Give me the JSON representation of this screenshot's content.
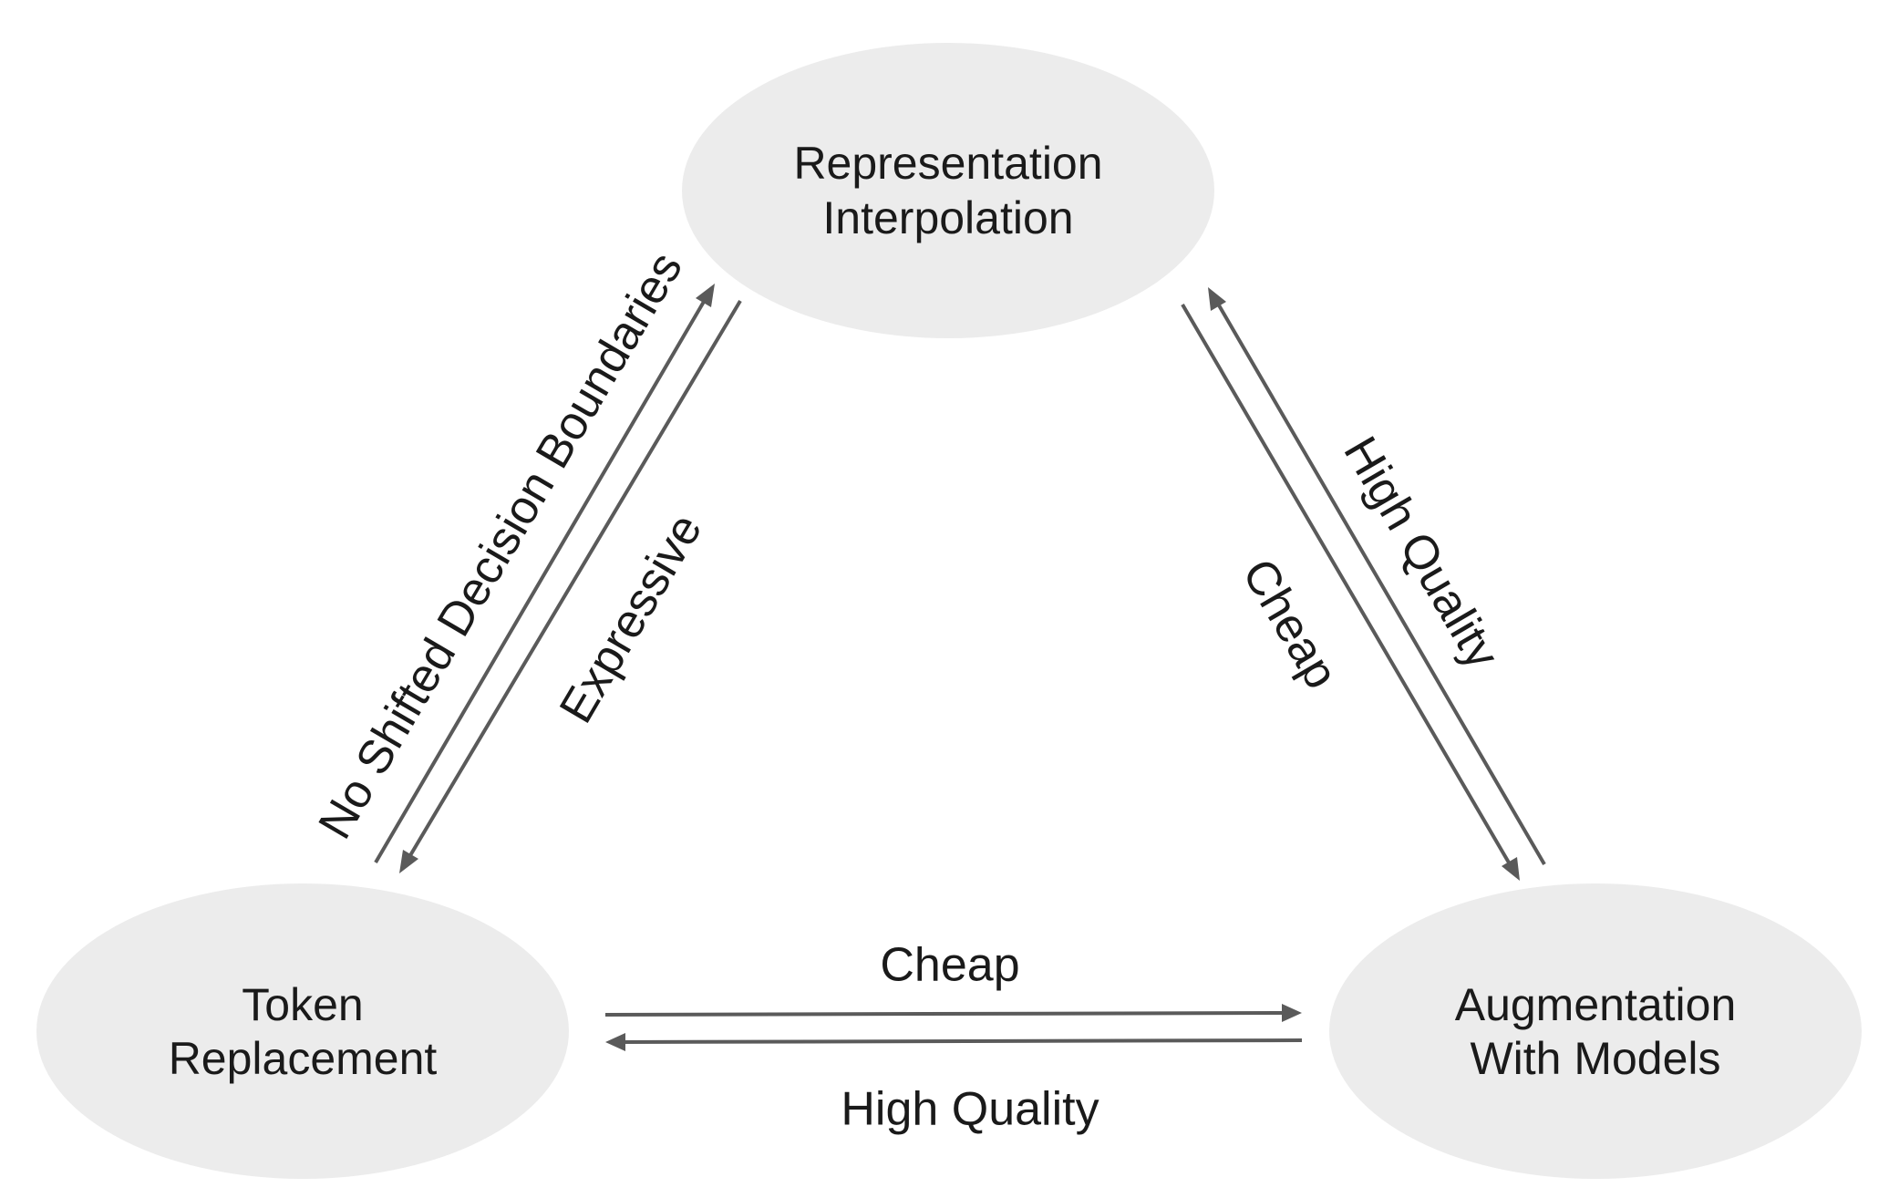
{
  "nodes": {
    "representation_interpolation": {
      "line1": "Representation",
      "line2": "Interpolation"
    },
    "token_replacement": {
      "line1": "Token",
      "line2": "Replacement"
    },
    "augmentation_with_models": {
      "line1": "Augmentation",
      "line2": "With Models"
    }
  },
  "edges": {
    "token_to_repr": {
      "label": "No Shifted Decision Boundaries"
    },
    "repr_to_token": {
      "label": "Expressive"
    },
    "repr_to_aug": {
      "label": "Cheap"
    },
    "aug_to_repr": {
      "label": "High Quality"
    },
    "token_to_aug": {
      "label": "Cheap"
    },
    "aug_to_token": {
      "label": "High Quality"
    }
  },
  "colors": {
    "node_fill": "#ececec",
    "arrow": "#5a5a5a",
    "text": "#1a1a1a"
  }
}
